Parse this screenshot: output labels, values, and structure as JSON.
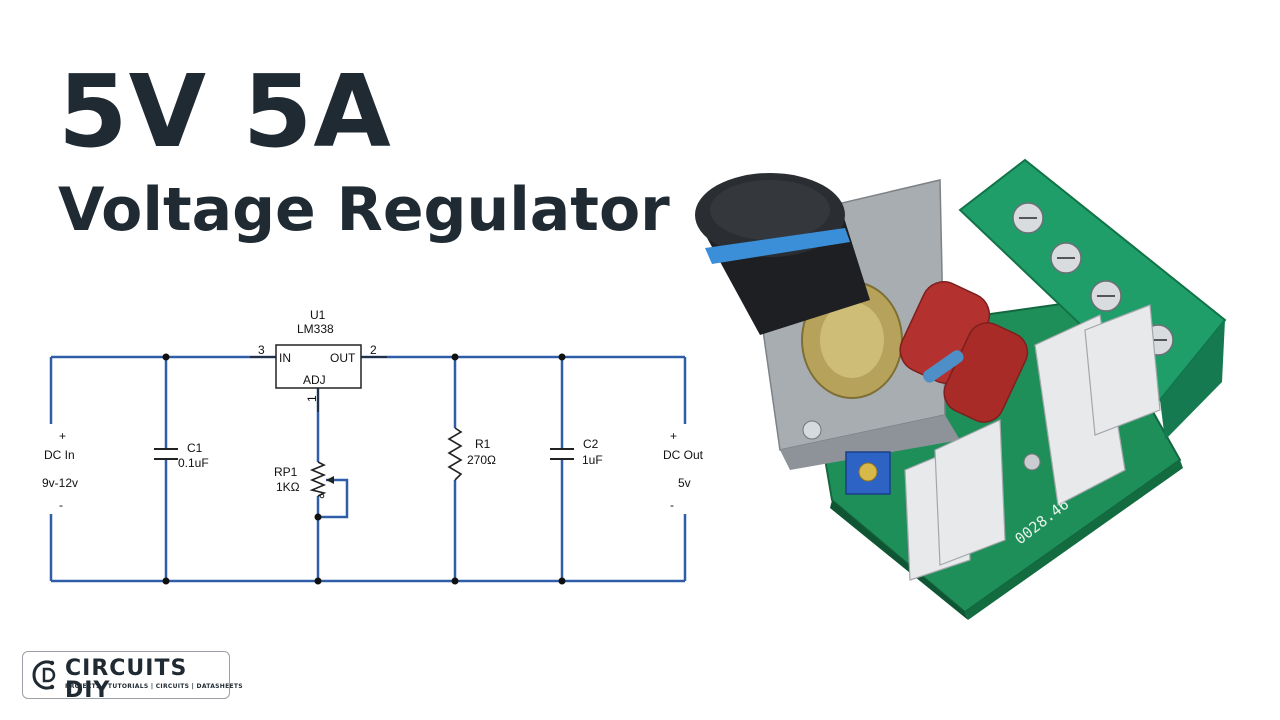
{
  "heading": {
    "line1": "5V 5A",
    "line2": "Voltage Regulator"
  },
  "schematic": {
    "u1": {
      "ref": "U1",
      "part": "LM338",
      "in": "IN",
      "out": "OUT",
      "adj": "ADJ",
      "pin_in": "3",
      "pin_out": "2",
      "pin_adj": "1"
    },
    "input": {
      "plus": "+",
      "label": "DC In",
      "range": "9v-12v",
      "minus": "-"
    },
    "c1": {
      "ref": "C1",
      "value": "0.1uF"
    },
    "rp1": {
      "ref": "RP1",
      "value": "1KΩ"
    },
    "r1": {
      "ref": "R1",
      "value": "270Ω"
    },
    "c2": {
      "ref": "C2",
      "value": "1uF"
    },
    "output": {
      "plus": "+",
      "label": "DC Out",
      "value": "5v",
      "minus": "-"
    },
    "wire_color": "#2f5da8"
  },
  "board": {
    "silkscreen": "0028.46",
    "pcb_color": "#1f8f5a",
    "terminal_color": "#1f9e6a",
    "capacitor_color": "#b3312e",
    "knob_accent": "#3a8fd8"
  },
  "logo": {
    "word": "CIRCUITS DIY",
    "tagline": "PROJECTS | TUTORIALS | CIRCUITS | DATASHEETS"
  }
}
